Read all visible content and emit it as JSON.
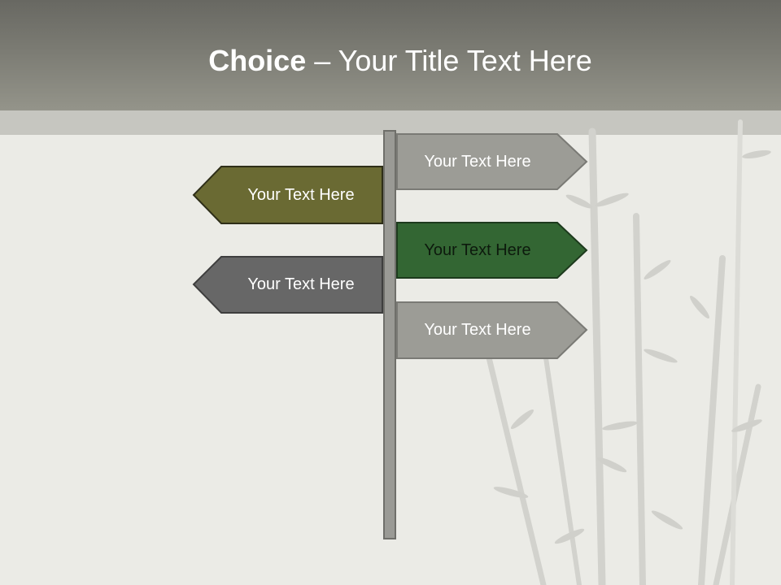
{
  "title": {
    "bold": "Choice",
    "rest": " – Your Title Text Here"
  },
  "colors": {
    "header": "#7b7b73",
    "background": "#ebebe6",
    "sign_gray": "#9c9c96",
    "sign_olive": "#6a6a33",
    "sign_green": "#336633",
    "sign_dark": "#676767",
    "post": "#9a9a95"
  },
  "signs": {
    "right_1": "Your Text Here",
    "left_1": "Your Text Here",
    "right_2": "Your Text Here",
    "left_2": "Your Text Here",
    "right_3": "Your Text Here"
  }
}
